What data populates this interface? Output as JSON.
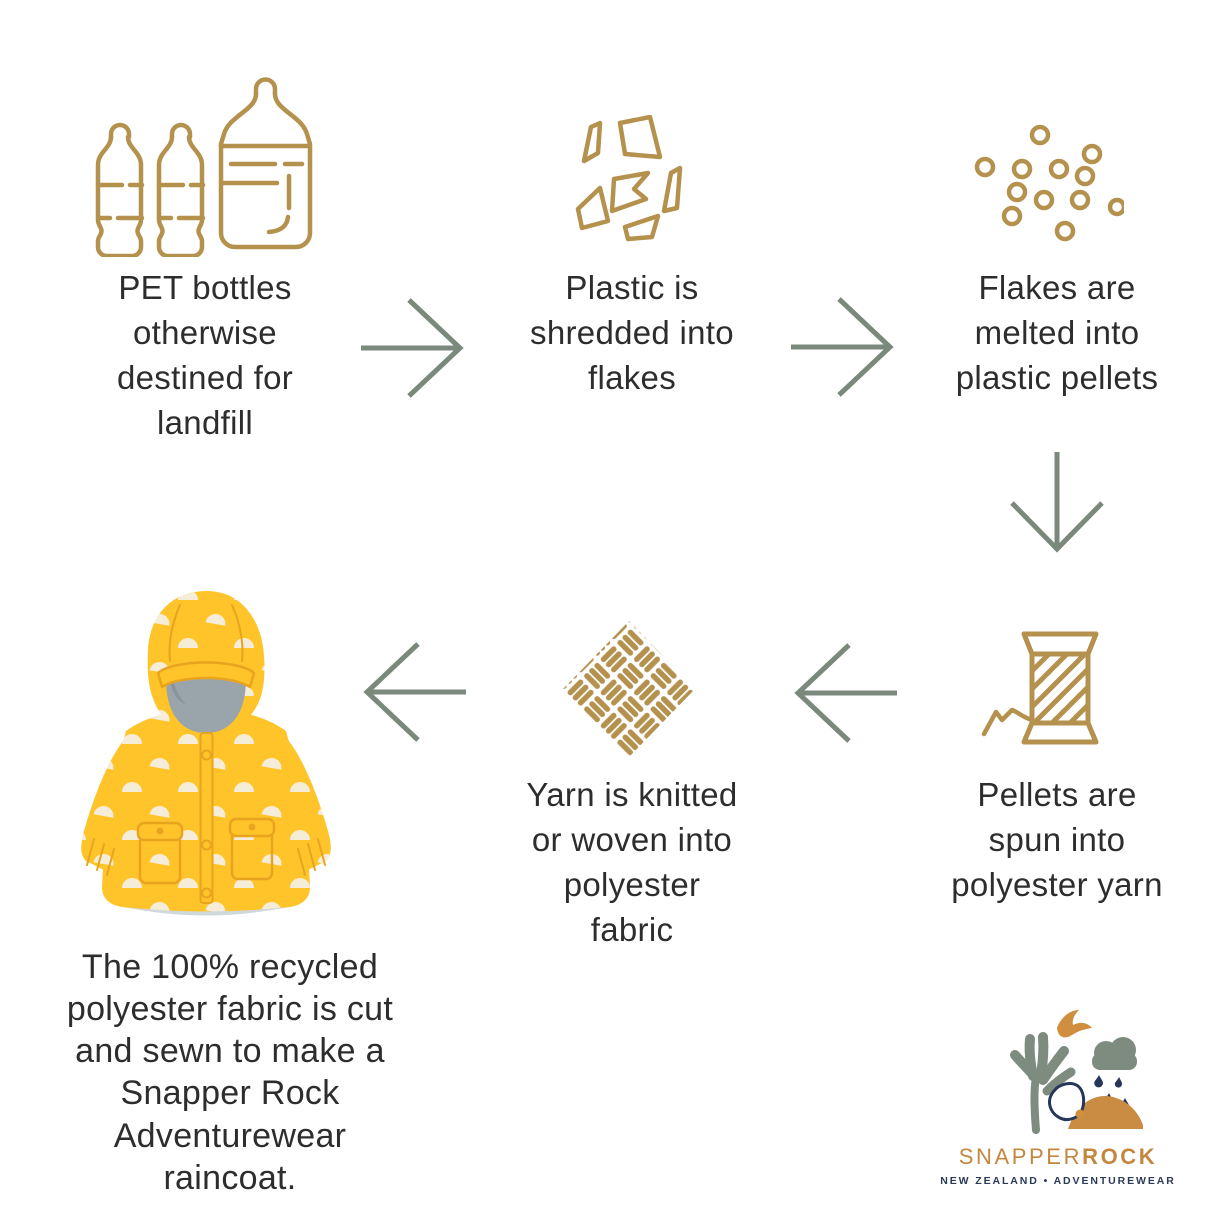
{
  "steps": [
    {
      "label": "PET bottles\notherwise\ndestined for\nlandfill",
      "icon": "pet-bottles-icon"
    },
    {
      "label": "Plastic is\nshredded into\nflakes",
      "icon": "plastic-flakes-icon"
    },
    {
      "label": "Flakes are\nmelted into\nplastic pellets",
      "icon": "plastic-pellets-icon"
    },
    {
      "label": "Pellets are\nspun into\npolyester yarn",
      "icon": "yarn-spool-icon"
    },
    {
      "label": "Yarn is knitted\nor woven into\npolyester\nfabric",
      "icon": "woven-fabric-icon"
    },
    {
      "label": "The 100% recycled\npolyester fabric is cut\nand sewn to make a\nSnapper Rock\nAdventurewear\nraincoat.",
      "icon": "raincoat-image"
    }
  ],
  "logo": {
    "brand_primary": "SNAPPER",
    "brand_secondary": "ROCK",
    "tagline": "NEW ZEALAND • ADVENTUREWEAR"
  },
  "colors": {
    "icon_gold": "#b5914e",
    "arrow_green": "#7a897b",
    "text_dark": "#2d2d2d",
    "brand_orange": "#c4873f",
    "brand_navy": "#2a3a57",
    "logo_sage": "#7d8c7f",
    "raincoat_yellow": "#ffc42a"
  }
}
